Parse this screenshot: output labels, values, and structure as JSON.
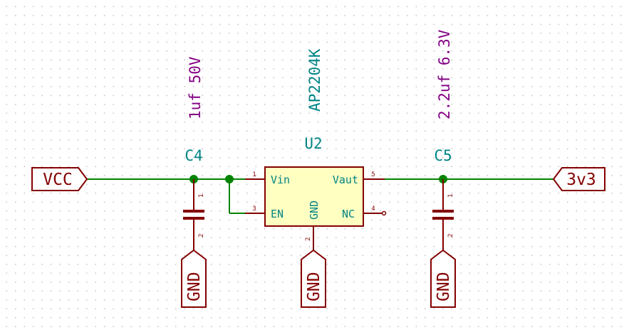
{
  "components": {
    "u2": {
      "ref": "U2",
      "value": "AP2204K",
      "pins": {
        "vin": {
          "name": "Vin",
          "num": "1"
        },
        "en": {
          "name": "EN",
          "num": "3"
        },
        "gnd": {
          "name": "GND",
          "num": "2"
        },
        "vaut": {
          "name": "Vaut",
          "num": "5"
        },
        "nc": {
          "name": "NC",
          "num": "4"
        }
      }
    },
    "c4": {
      "ref": "C4",
      "value": "1uf 50V",
      "pin1": "1",
      "pin2": "2"
    },
    "c5": {
      "ref": "C5",
      "value": "2.2uf 6.3V",
      "pin1": "1",
      "pin2": "2"
    }
  },
  "ports": {
    "vcc": "VCC",
    "v3v3": "3v3"
  },
  "ground_symbols": [
    "GND",
    "GND",
    "GND"
  ],
  "colors": {
    "wire": "#008400",
    "symbol": "#840000",
    "body_fill": "#ffffc2",
    "reference": "#008484",
    "value": "#840084"
  }
}
